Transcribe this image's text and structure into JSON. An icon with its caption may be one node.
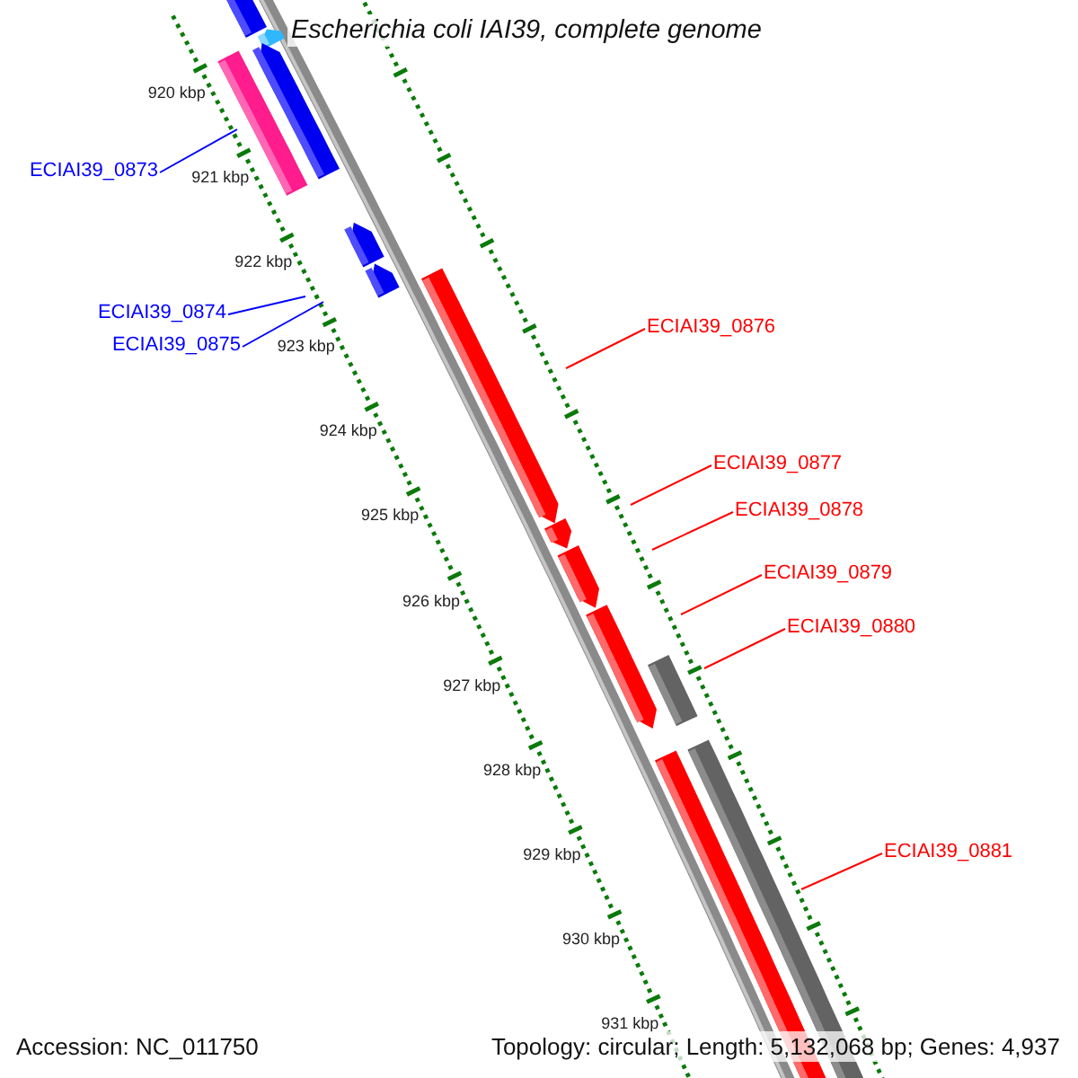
{
  "diagram": {
    "title": "Escherichia coli IAI39, complete genome",
    "nodes": [
      {
        "text": [
          "ECIAI39_0873"
        ]
      },
      {
        "text": [
          "ECIAI39_0874"
        ]
      },
      {
        "text": [
          "ECIAI39_0876"
        ]
      },
      {
        "text": [
          "ECIAI39_0875"
        ]
      },
      {
        "text": [
          "ECIAI39_0877"
        ]
      },
      {
        "text": [
          "ECIAI39_0878"
        ]
      },
      {
        "text": [
          "ECIAI39_0879"
        ]
      },
      {
        "text": [
          "ECIAI39_0880"
        ]
      },
      {
        "text": [
          "ECIAI39_0881"
        ]
      }
    ],
    "edges": [
      {
        "from": 0,
        "to": null,
        "arrow": "none",
        "color": "#0000ff"
      },
      {
        "from": 1,
        "to": null,
        "arrow": "none",
        "color": "#0000ff"
      },
      {
        "from": 2,
        "to": null,
        "arrow": "none"
      },
      {
        "from": 3,
        "to": null,
        "arrow": "none",
        "color": "#0000ff"
      },
      {
        "from": 4,
        "to": null,
        "arrow": "none"
      },
      {
        "from": 5,
        "to": null,
        "arrow": "none"
      },
      {
        "from": 6,
        "to": null,
        "arrow": "none"
      },
      {
        "from": 7,
        "to": null,
        "arrow": "none"
      },
      {
        "from": 8,
        "to": null,
        "arrow": "none"
      }
    ],
    "labels": [
      "920 kbp",
      "921 kbp",
      "922 kbp",
      "923 kbp",
      "924 kbp",
      "925 kbp",
      "926 kbp",
      "927 kbp",
      "928 kbp",
      "929 kbp",
      "930 kbp",
      "931 kbp",
      "Accession: NC_011750",
      "Topology: circular; Length: 5,132,068 bp; Genes: 4,937"
    ]
  }
}
